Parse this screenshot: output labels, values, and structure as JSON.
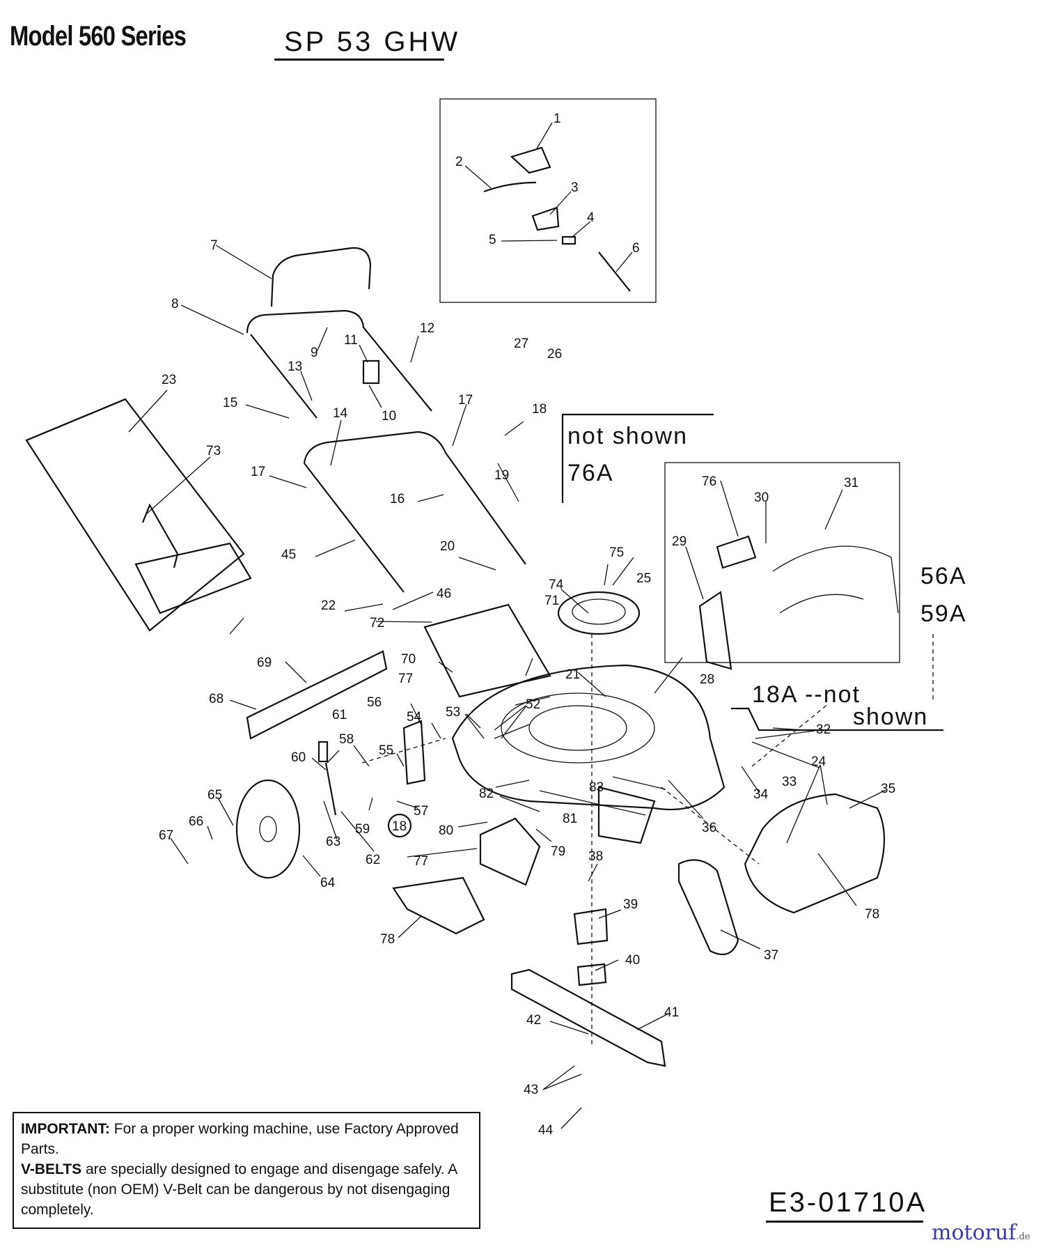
{
  "header": {
    "model_title": "Model 560 Series",
    "model_code": "SP 53 GHW"
  },
  "callouts": {
    "not_shown_76a_line1": "not shown",
    "not_shown_76a_line2": "76A",
    "inset_56a": "56A",
    "inset_59a": "59A",
    "not_shown_18a_line1": "18A --not",
    "not_shown_18a_line2": "shown"
  },
  "part_numbers": [
    "1",
    "2",
    "3",
    "4",
    "5",
    "6",
    "7",
    "8",
    "9",
    "10",
    "11",
    "12",
    "13",
    "14",
    "15",
    "16",
    "17",
    "17",
    "18",
    "19",
    "20",
    "21",
    "22",
    "23",
    "24",
    "25",
    "26",
    "27",
    "28",
    "29",
    "30",
    "31",
    "32",
    "33",
    "34",
    "35",
    "36",
    "37",
    "38",
    "39",
    "40",
    "41",
    "42",
    "43",
    "44",
    "45",
    "46",
    "52",
    "53",
    "54",
    "55",
    "56",
    "57",
    "58",
    "59",
    "60",
    "61",
    "62",
    "63",
    "64",
    "65",
    "66",
    "67",
    "68",
    "69",
    "70",
    "71",
    "72",
    "73",
    "74",
    "75",
    "76",
    "77",
    "77",
    "78",
    "78",
    "79",
    "80",
    "81",
    "82",
    "83"
  ],
  "circled_label": "18",
  "note": {
    "important_label": "IMPORTANT:",
    "important_text": "For a proper working machine, use Factory Approved Parts.",
    "vbelts_label": "V-BELTS",
    "vbelts_text": "are specially designed to engage and disengage safely. A substitute (non OEM) V-Belt can be dangerous by not disengaging completely."
  },
  "drawing_number": "E3-01710A",
  "watermark": {
    "name": "motoruf",
    "suffix": ".de"
  }
}
